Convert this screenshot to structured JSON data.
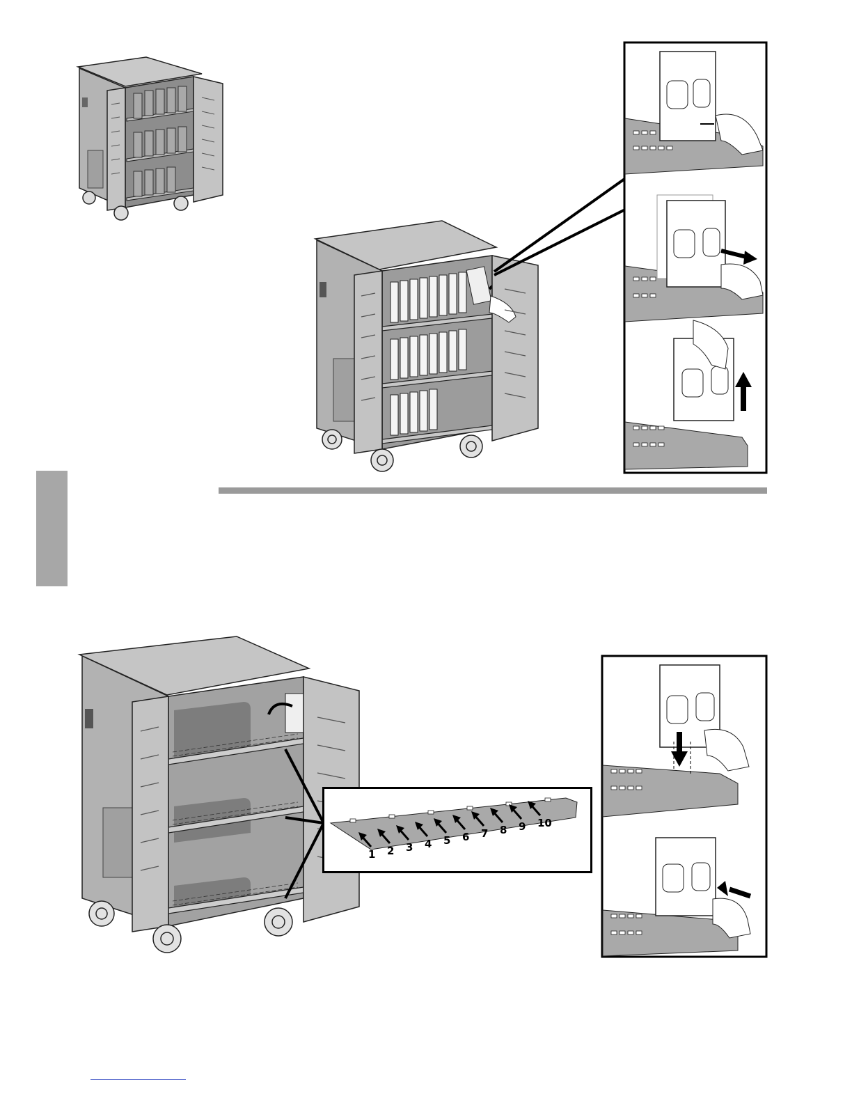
{
  "colors": {
    "cart_body": "#b9b9b9",
    "cart_dark": "#8e8e8e",
    "cart_light": "#d3d3d3",
    "side_tab": "#a7a7a7",
    "divider": "#9a9a9a",
    "link_underline": "#3a4fc4"
  },
  "illustrations": {
    "small_cart": "charging-cart-loaded-thumbnail",
    "remove_cart": "charging-cart-divider-removal",
    "remove_steps": [
      "unlatch-divider",
      "slide-divider-out",
      "lift-divider-up"
    ],
    "install_cart": "charging-cart-empty-shelves",
    "install_steps": [
      "lower-divider-into-slot",
      "push-divider-to-lock"
    ]
  },
  "shelf_slots": {
    "labels": [
      "1",
      "2",
      "3",
      "4",
      "5",
      "6",
      "7",
      "8",
      "9",
      "10"
    ]
  }
}
